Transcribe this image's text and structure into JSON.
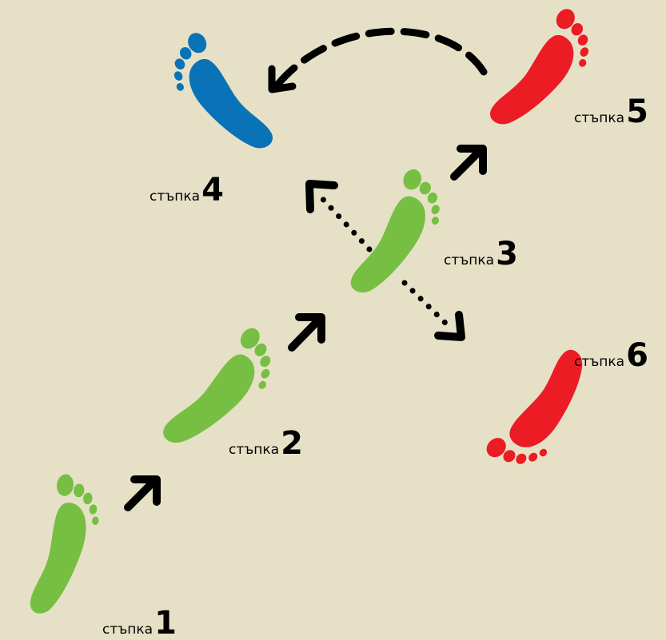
{
  "colors": {
    "background": "#e6e1c6",
    "green": "#76bf43",
    "blue": "#0a73b8",
    "red": "#ec1c24",
    "arrow": "#000000"
  },
  "steps": [
    {
      "word": "стъпка",
      "number": "1",
      "color": "green"
    },
    {
      "word": "стъпка",
      "number": "2",
      "color": "green"
    },
    {
      "word": "стъпка",
      "number": "3",
      "color": "green"
    },
    {
      "word": "стъпка",
      "number": "4",
      "color": "blue"
    },
    {
      "word": "стъпка",
      "number": "5",
      "color": "red"
    },
    {
      "word": "стъпка",
      "number": "6",
      "color": "red"
    }
  ],
  "arrows": [
    {
      "from": "1",
      "to": "2",
      "style": "solid"
    },
    {
      "from": "2",
      "to": "3",
      "style": "solid"
    },
    {
      "from": "3",
      "to": "5",
      "style": "solid"
    },
    {
      "from": "3",
      "to": "4",
      "style": "dotted"
    },
    {
      "from": "3",
      "to": "6",
      "style": "dotted"
    },
    {
      "from": "5",
      "to": "4",
      "style": "dashed"
    }
  ]
}
